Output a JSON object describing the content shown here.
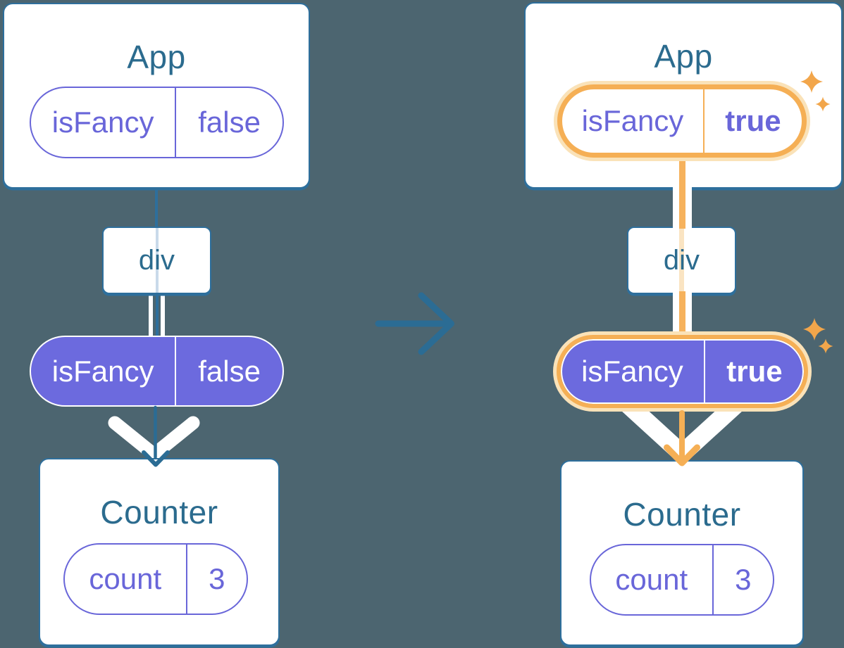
{
  "before_tree": {
    "root_label": "App",
    "root_prop": {
      "name": "isFancy",
      "value": "false"
    },
    "middle_label": "div",
    "passed_prop": {
      "name": "isFancy",
      "value": "false"
    },
    "leaf_label": "Counter",
    "leaf_state": {
      "name": "count",
      "value": "3"
    }
  },
  "after_tree": {
    "root_label": "App",
    "root_prop": {
      "name": "isFancy",
      "value": "true"
    },
    "middle_label": "div",
    "passed_prop": {
      "name": "isFancy",
      "value": "true"
    },
    "leaf_label": "Counter",
    "leaf_state": {
      "name": "count",
      "value": "3"
    }
  },
  "icons": {
    "transition": "right-arrow-icon",
    "flow_before": "down-arrow-icon",
    "flow_after": "down-arrow-icon",
    "highlight": "sparkle-icon"
  },
  "colors": {
    "background": "#4C6570",
    "card_border_blue": "#2E6F9C",
    "component_label_teal": "#2B6B8E",
    "prop_purple": "#6966D9",
    "prop_purple_fill": "#6C6ADE",
    "highlight_orange": "#F5AF55",
    "highlight_orange_glow": "#FAE2B8",
    "sparkle_orange": "#F2A64B",
    "flow_line_blue": "#2B6C94",
    "flow_line_faint_blue": "#C9DAEA",
    "flow_line_faint_orange": "#FAE4C2",
    "white": "#FFFFFF"
  }
}
